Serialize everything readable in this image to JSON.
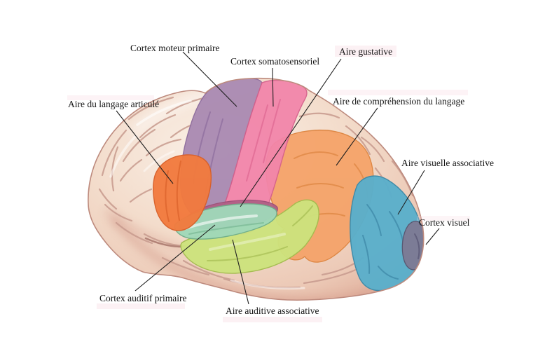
{
  "diagram": {
    "type": "brain-lateral-diagram",
    "background": "#ffffff",
    "brain": {
      "base_color": "#f3dccb",
      "shade_color": "#e2b9a8",
      "outline_color": "#bd8a7d",
      "gyri_color": "#c79a8e"
    },
    "leader_line_color": "#1f1f1f",
    "label_color": "#141414",
    "labels": [
      {
        "id": "cortex-moteur-primaire",
        "text": "Cortex moteur primaire",
        "region_color": "#a98ab2"
      },
      {
        "id": "cortex-somatosensoriel",
        "text": "Cortex somatosensoriel",
        "region_color": "#f285aa"
      },
      {
        "id": "aire-gustative",
        "text": "Aire gustative",
        "region_color": "#b05f86"
      },
      {
        "id": "aire-de-comprehension-du-langage",
        "text": "Aire de compréhension du langage",
        "region_color": "#f5a46b"
      },
      {
        "id": "aire-visuelle-associative",
        "text": "Aire visuelle associative",
        "region_color": "#5aafcb"
      },
      {
        "id": "cortex-visuel",
        "text": "Cortex visuel",
        "region_color": "#7d7a94"
      },
      {
        "id": "aire-du-langage-articule",
        "text": "Aire du langage articulé",
        "region_color": "#f27a3e"
      },
      {
        "id": "cortex-auditif-primaire",
        "text": "Cortex auditif primaire",
        "region_color": "#a0d8b9"
      },
      {
        "id": "aire-auditive-associative",
        "text": "Aire auditive associative",
        "region_color": "#cde37d"
      }
    ]
  }
}
